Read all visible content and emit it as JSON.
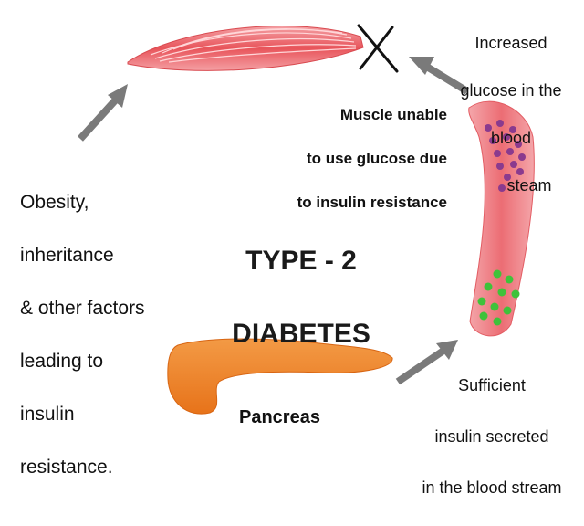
{
  "title": {
    "line1": "TYPE - 2",
    "line2": "DIABETES"
  },
  "nodes": {
    "muscle": {
      "caption_lines": [
        "Muscle unable",
        "to use glucose due",
        "to insulin resistance"
      ],
      "icon": "x-mark-icon"
    },
    "blood_glucose": {
      "caption_lines": [
        "Increased",
        "glucose in the",
        "blood",
        "steam"
      ]
    },
    "insulin": {
      "caption_lines": [
        "Sufficient",
        "insulin secreted",
        "in the blood stream"
      ]
    },
    "pancreas": {
      "caption": "Pancreas"
    },
    "obesity": {
      "caption_lines": [
        "Obesity,",
        "inheritance",
        "& other factors",
        "leading to",
        "insulin",
        "resistance."
      ]
    }
  },
  "colors": {
    "muscle": "#e8545a",
    "muscle_stripe": "#ffd6d8",
    "vessel": "#f0848a",
    "glucose": "#8a3a8e",
    "insulin": "#3fc23a",
    "pancreas": "#f07f22",
    "arrow": "#7a7a7a"
  }
}
